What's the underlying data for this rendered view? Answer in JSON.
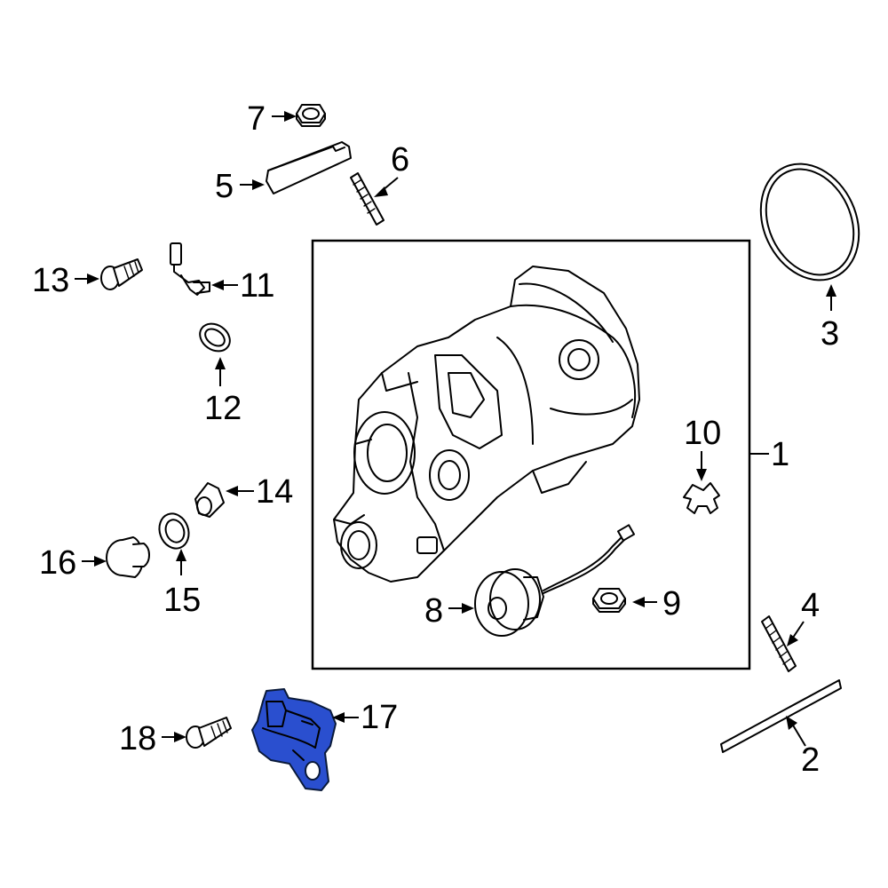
{
  "callouts": {
    "c1": "1",
    "c2": "2",
    "c3": "3",
    "c4": "4",
    "c5": "5",
    "c6": "6",
    "c7": "7",
    "c8": "8",
    "c9": "9",
    "c10": "10",
    "c11": "11",
    "c12": "12",
    "c13": "13",
    "c14": "14",
    "c15": "15",
    "c16": "16",
    "c17": "17",
    "c18": "18"
  },
  "colors": {
    "highlight_part": "#2a4fcf",
    "line": "#000000",
    "background": "#ffffff"
  }
}
